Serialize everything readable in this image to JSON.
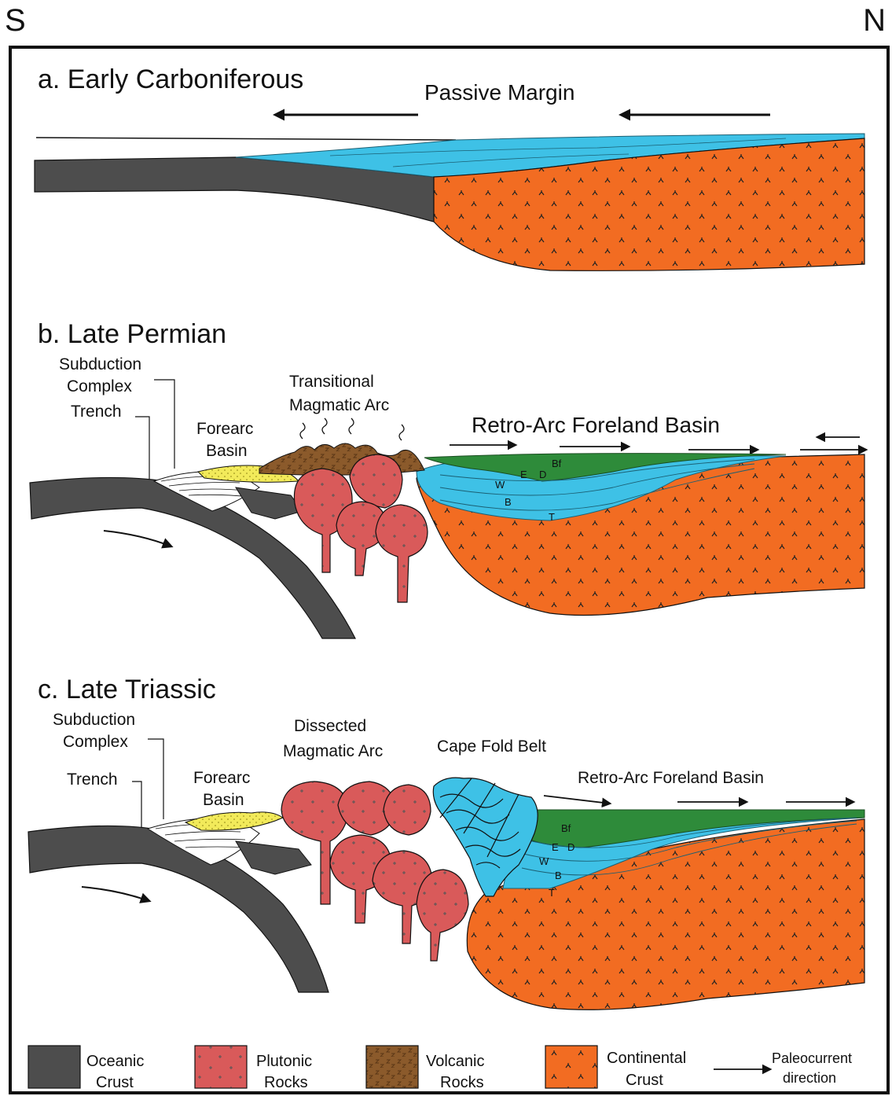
{
  "compass": {
    "south": "S",
    "north": "N"
  },
  "colors": {
    "oceanic": "#4d4d4d",
    "continental": "#f26c22",
    "sediment": "#3ec1e6",
    "volcanic": "#8b5a2b",
    "plutonic": "#d95a5a",
    "forearc": "#f2ea5a",
    "foreland_top": "#2e8b3a"
  },
  "panels": {
    "a": {
      "title": "a. Early Carboniferous",
      "label": "Passive Margin"
    },
    "b": {
      "title": "b. Late Permian",
      "subduction_complex": [
        "Subduction",
        "Complex"
      ],
      "trench": "Trench",
      "forearc_basin": [
        "Forearc",
        "Basin"
      ],
      "arc": [
        "Transitional",
        "Magmatic Arc"
      ],
      "foreland": "Retro-Arc Foreland Basin",
      "units": {
        "bf": "Bf",
        "e": "E",
        "d": "D",
        "w": "W",
        "b": "B",
        "t": "T"
      }
    },
    "c": {
      "title": "c. Late Triassic",
      "subduction_complex": [
        "Subduction",
        "Complex"
      ],
      "trench": "Trench",
      "forearc_basin": [
        "Forearc",
        "Basin"
      ],
      "arc": [
        "Dissected",
        "Magmatic Arc"
      ],
      "fold_belt": "Cape Fold Belt",
      "foreland": "Retro-Arc Foreland Basin",
      "units": {
        "bf": "Bf",
        "e": "E",
        "d": "D",
        "w": "W",
        "b": "B",
        "t": "T"
      }
    }
  },
  "legend": [
    {
      "line1": "Oceanic",
      "line2": "Crust",
      "swatch": "oceanic"
    },
    {
      "line1": "Plutonic",
      "line2": "Rocks",
      "swatch": "plutonic"
    },
    {
      "line1": "Volcanic",
      "line2": "Rocks",
      "swatch": "volcanic"
    },
    {
      "line1": "Continental",
      "line2": "Crust",
      "swatch": "continental"
    },
    {
      "line1": "Paleocurrent",
      "line2": "direction",
      "swatch": "arrow"
    }
  ]
}
